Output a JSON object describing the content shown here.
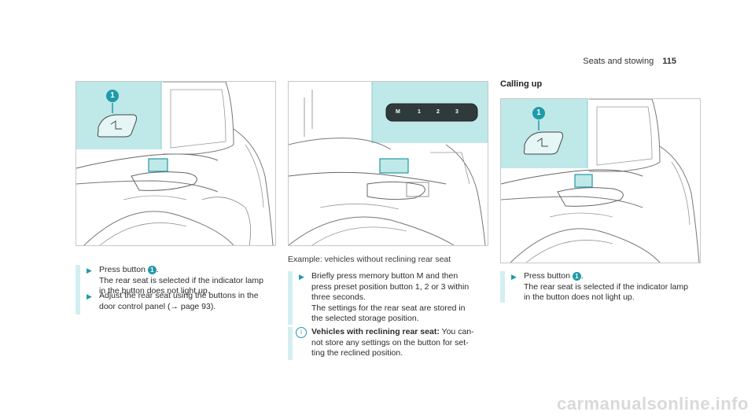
{
  "header": {
    "section": "Seats and stowing",
    "page": "115"
  },
  "figure1": {
    "callout": "1"
  },
  "figure2": {
    "buttons": [
      "M",
      "1",
      "2",
      "3"
    ]
  },
  "figure3": {
    "callout": "1"
  },
  "col1": {
    "step1": {
      "text1": "Press button",
      "num": "1",
      "text2": ".",
      "line2": "The rear seat is selected if the indicator lamp",
      "line3": "in the button does not light up."
    },
    "step2": {
      "line1": "Adjust the rear seat using the buttons in the",
      "line2": "door control panel (→ page 93)."
    }
  },
  "col2": {
    "caption": "Example: vehicles without reclining rear seat",
    "step1": {
      "line1": "Briefly press memory button M and then",
      "line2": "press preset position button 1, 2 or 3 within",
      "line3": "three seconds.",
      "line4": "The settings for the rear seat are stored in",
      "line5": "the selected storage position."
    },
    "note": {
      "bold": "Vehicles with reclining rear seat:",
      "text1": " You can-",
      "line2": "not store any settings on the button for set-",
      "line3": "ting the reclined position.",
      "icon": "i"
    }
  },
  "col3": {
    "title": "Calling up",
    "step1": {
      "text1": "Press button",
      "num": "1",
      "text2": ".",
      "line2": "The rear seat is selected if the indicator lamp",
      "line3": "in the button does not light up."
    }
  },
  "watermark": "carmanualsonline.info"
}
